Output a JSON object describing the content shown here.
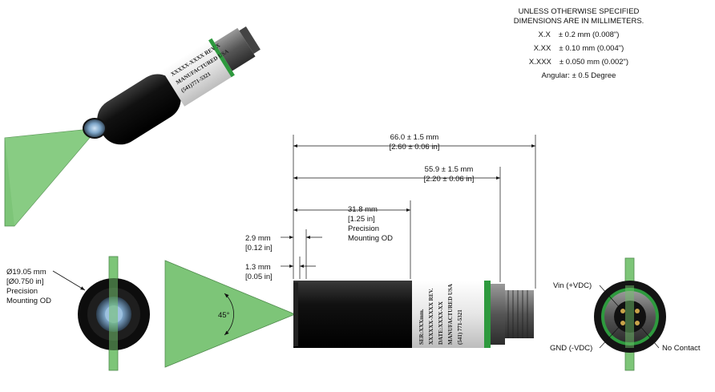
{
  "tolerance_block": {
    "heading_line1": "UNLESS OTHERWISE SPECIFIED",
    "heading_line2": "DIMENSIONS ARE IN MILLIMETERS.",
    "rows": [
      {
        "key": "X.X",
        "value": "± 0.2 mm  (0.008\")"
      },
      {
        "key": "X.XX",
        "value": "± 0.10 mm  (0.004\")"
      },
      {
        "key": "X.XXX",
        "value": "± 0.050 mm  (0.002\")"
      }
    ],
    "angular": "Angular:  ± 0.5 Degree"
  },
  "dimensions": {
    "overall": {
      "mm": "66.0 ± 1.5 mm",
      "in": "[2.60 ± 0.06 in]"
    },
    "body": {
      "mm": "55.9 ± 1.5 mm",
      "in": "[2.20 ± 0.06 in]"
    },
    "precision": {
      "mm": "31.8 mm",
      "in": "[1.25 in]",
      "label1": "Precision",
      "label2": "Mounting OD"
    },
    "step_29": {
      "mm": "2.9 mm",
      "in": "[0.12 in]"
    },
    "step_13": {
      "mm": "1.3 mm",
      "in": "[0.05 in]"
    },
    "diameter": {
      "mm": "Ø19.05 mm",
      "in": "[Ø0.750 in]",
      "label1": "Precision",
      "label2": "Mounting OD"
    },
    "angle": "45°"
  },
  "connector": {
    "vin": "Vin (+VDC)",
    "gnd": "GND (-VDC)",
    "nc": "No Contact"
  },
  "colors": {
    "beam": "#6fbf6a",
    "beam_edge": "#3d7f3a",
    "body": "#1a1a1a",
    "label": "#f2f2f2",
    "accent_green": "#2e9a3e"
  }
}
